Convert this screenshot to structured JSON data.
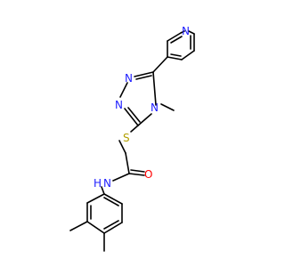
{
  "molecule": {
    "colors": {
      "bond": "#000000",
      "nitrogen": "#2020ff",
      "sulfur": "#b2a000",
      "oxygen": "#ff0000"
    },
    "labels": {
      "pyridine_n": "N",
      "triazole_n1": "N",
      "triazole_n2": "N",
      "triazole_n4": "N",
      "sulfur": "S",
      "oxygen": "O",
      "amide_nh": "N",
      "amide_h": "H"
    }
  }
}
